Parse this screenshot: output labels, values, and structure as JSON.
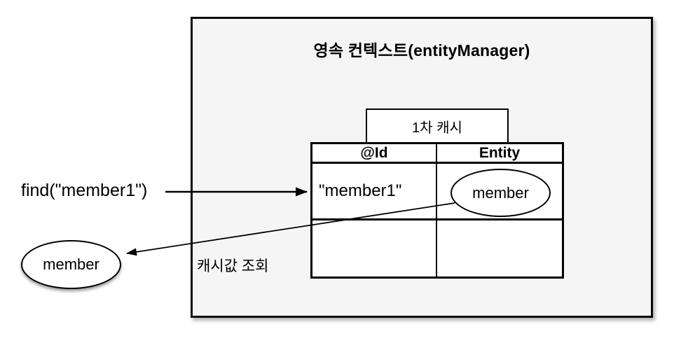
{
  "diagram": {
    "title": "영속 컨텍스트(entityManager)",
    "cache_label": "1차 캐시",
    "find_label": "find(\"member1\")",
    "lookup_label": "캐시값 조회",
    "result_label": "member",
    "table": {
      "headers": [
        "@Id",
        "Entity"
      ],
      "rows": [
        {
          "id": "\"member1\"",
          "entity": "member"
        },
        {
          "id": "",
          "entity": ""
        }
      ]
    },
    "colors": {
      "box_fill": "#f5f5f5",
      "cell_fill": "#ffffff",
      "line": "#000000"
    }
  }
}
